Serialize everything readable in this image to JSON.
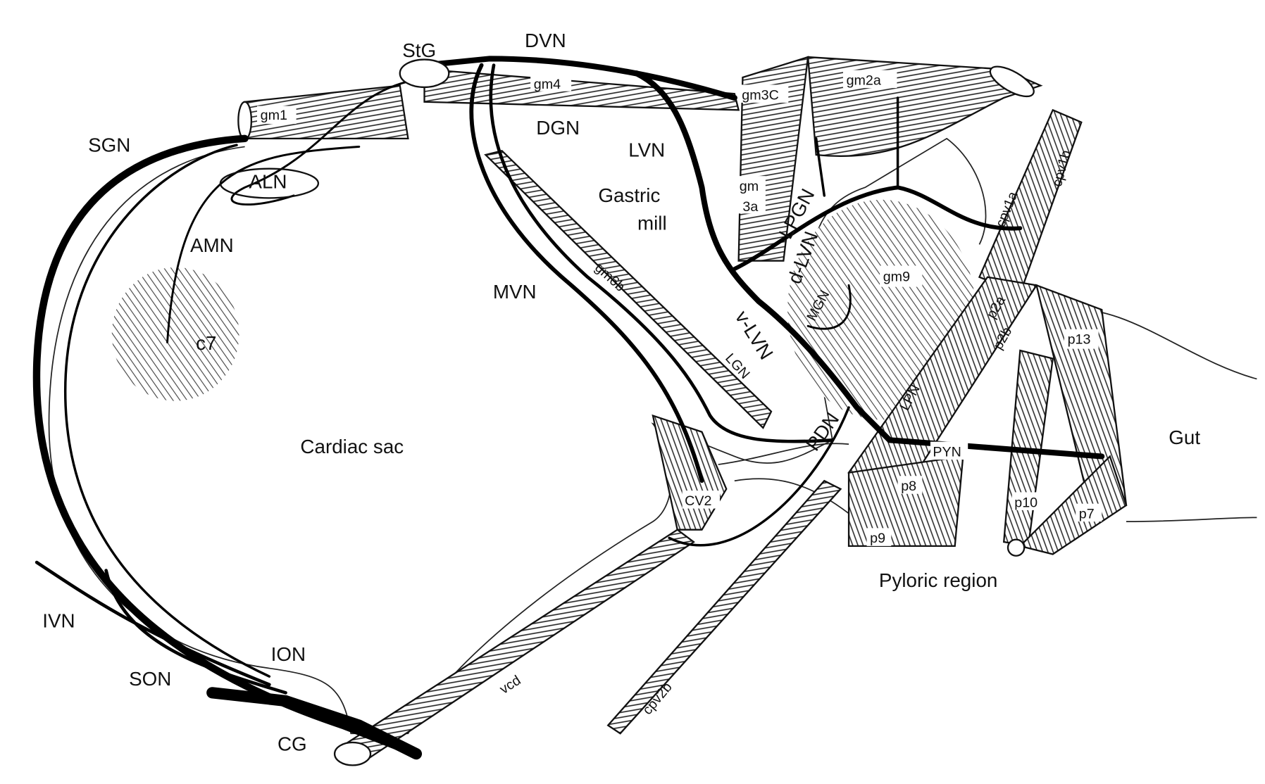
{
  "figure": {
    "labels": {
      "stg": "StG",
      "dvn": "DVN",
      "gm4": "gm4",
      "gm3c": "gm3C",
      "gm2a": "gm2a",
      "gm1": "gm1",
      "sgn": "SGN",
      "dgn": "DGN",
      "lvn": "LVN",
      "aln": "ALN",
      "gastric": "Gastric",
      "mill": "mill",
      "gm3a_1": "gm",
      "gm3a_2": "3a",
      "lpgn": "LPGN",
      "amn": "AMN",
      "cpv1a": "cpv1a",
      "cpv1b": "cpv1b",
      "dlvn": "d-LVN",
      "gm9": "gm9",
      "mgn": "MGN",
      "mvn": "MVN",
      "gm6b": "gm6b",
      "p2a": "p2a",
      "p2b": "p2b",
      "vlvn": "v-LVN",
      "c7": "c7",
      "p13": "p13",
      "lgn": "LGN",
      "lpn": "LPN",
      "gut": "Gut",
      "cardiac_sac": "Cardiac sac",
      "pdn": "PDN",
      "pyn": "PYN",
      "p8": "p8",
      "cv2": "CV2",
      "p10": "p10",
      "p7": "p7",
      "p9": "p9",
      "pyloric_region": "Pyloric region",
      "ivn": "IVN",
      "ion": "ION",
      "son": "SON",
      "vcd": "vcd",
      "cpv2b": "cpv2b",
      "cg": "CG"
    }
  }
}
